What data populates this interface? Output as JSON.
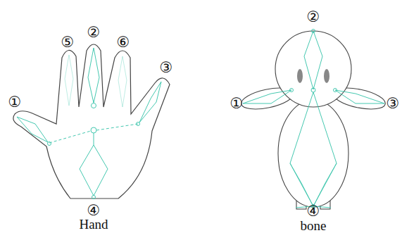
{
  "diagram": {
    "labels": [
      "⑤",
      "②",
      "⑥",
      "③",
      "①",
      "④",
      "Hand",
      "②",
      "①",
      "③",
      "④",
      "bone"
    ]
  }
}
